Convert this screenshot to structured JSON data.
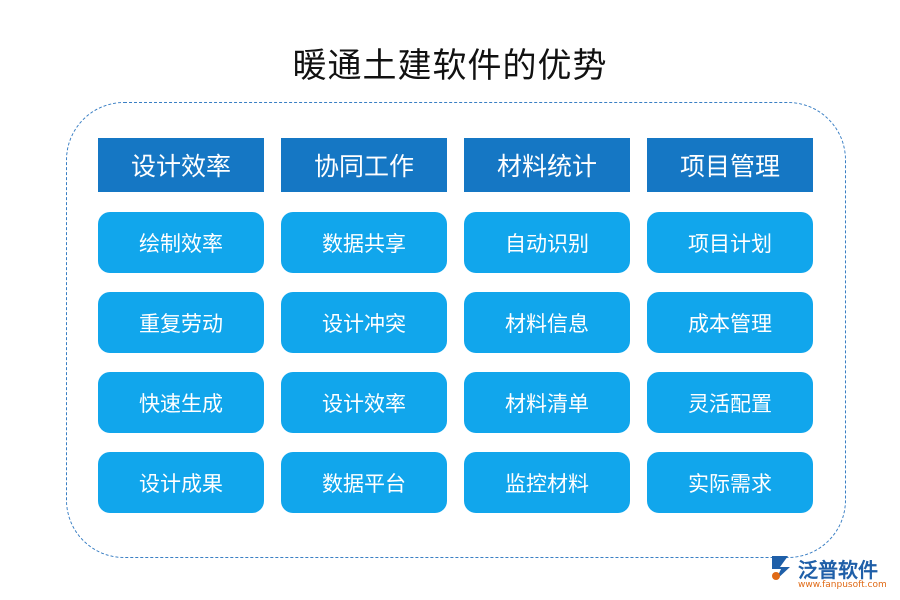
{
  "title": "暖通土建软件的优势",
  "columns": [
    {
      "header": "设计效率",
      "items": [
        "绘制效率",
        "重复劳动",
        "快速生成",
        "设计成果"
      ]
    },
    {
      "header": "协同工作",
      "items": [
        "数据共享",
        "设计冲突",
        "设计效率",
        "数据平台"
      ]
    },
    {
      "header": "材料统计",
      "items": [
        "自动识别",
        "材料信息",
        "材料清单",
        "监控材料"
      ]
    },
    {
      "header": "项目管理",
      "items": [
        "项目计划",
        "成本管理",
        "灵活配置",
        "实际需求"
      ]
    }
  ],
  "logo": {
    "name": "泛普软件",
    "url": "www.fanpusoft.com"
  },
  "colors": {
    "header_bg": "#1577c4",
    "item_bg": "#11a6ec",
    "frame_border": "#3a7fc4",
    "logo_text": "#1f5fa8",
    "logo_url": "#e06a16"
  }
}
